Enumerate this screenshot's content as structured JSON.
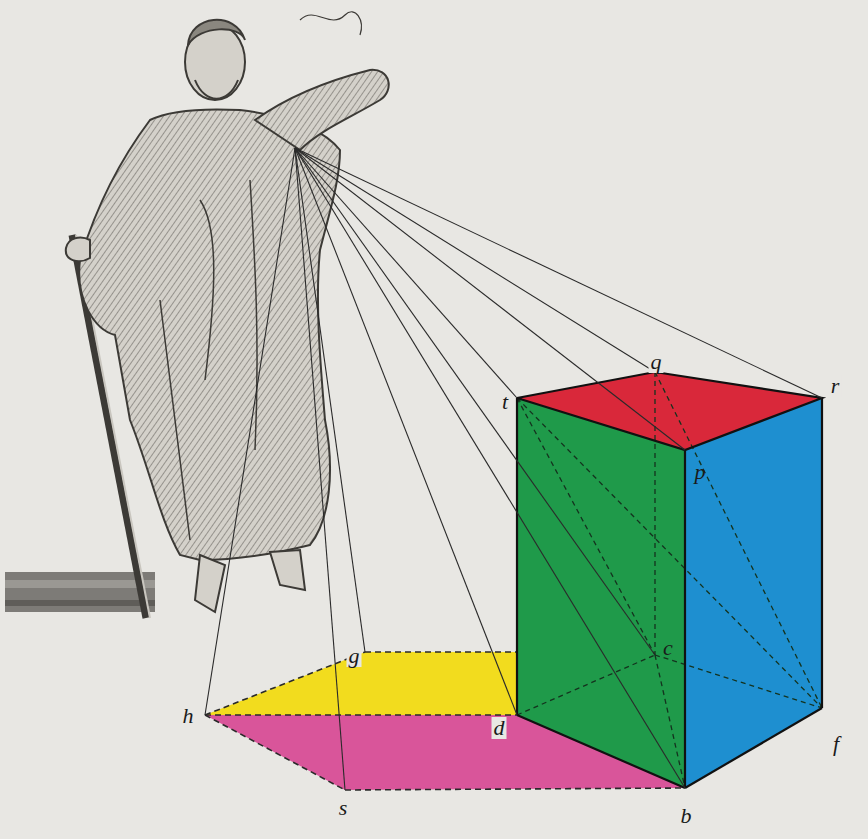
{
  "diagram": {
    "labels": [
      "q",
      "r",
      "t",
      "p",
      "g",
      "c",
      "h",
      "d",
      "f",
      "s",
      "b"
    ]
  }
}
